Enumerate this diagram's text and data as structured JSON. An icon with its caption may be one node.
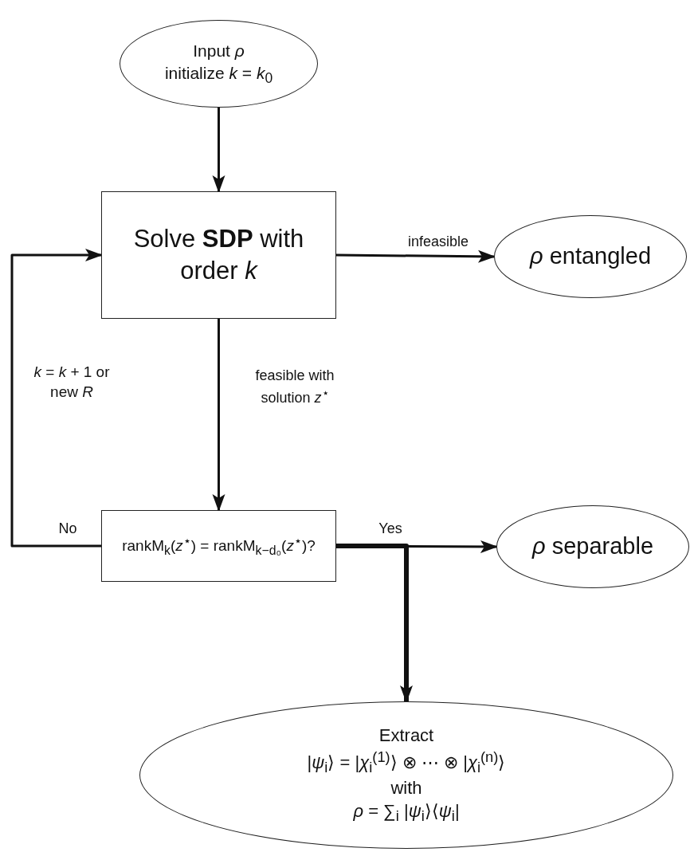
{
  "diagram": {
    "nodes": [
      {
        "text": [
          "Input *ρ*",
          "initialize *k* = *k*$_{0}$"
        ]
      },
      {
        "text": [
          "Solve **SDP** with order *k*"
        ]
      },
      {
        "text": [
          "*ρ* entangled"
        ]
      },
      {
        "text": [
          "rankM$_{k}$(*z*$^{⋆}$) = rankM$_{k−d₀}$(*z*$^{⋆}$)?"
        ]
      },
      {
        "text": [
          "*ρ* separable"
        ]
      },
      {
        "text": [
          "Extract",
          "|*ψ*$_{i}$⟩ = |*χ*$_{i}$$^{(1)}$⟩ ⊗ ⋯ ⊗ |*χ*$_{i}$$^{(n)}$⟩",
          "with",
          "*ρ* = ∑$_{i}$ |*ψ*$_{i}$⟩⟨*ψ*$_{i}$|"
        ]
      }
    ],
    "edges": [
      {
        "from": 0,
        "to": 1,
        "arrow": "to"
      },
      {
        "from": 1,
        "to": 2,
        "arrow": "to",
        "label": "infeasible"
      },
      {
        "from": 1,
        "to": 3,
        "arrow": "to",
        "label": "feasible with solution *z*$^{⋆}$"
      },
      {
        "from": 3,
        "to": 1,
        "arrow": "to",
        "label": "No"
      },
      {
        "from": 3,
        "to": 4,
        "arrow": "to",
        "label": "Yes"
      },
      {
        "from": 3,
        "to": 5,
        "arrow": "to",
        "style": "thick"
      }
    ],
    "labels": [
      "*k* = *k* + 1 or new *R*"
    ]
  }
}
